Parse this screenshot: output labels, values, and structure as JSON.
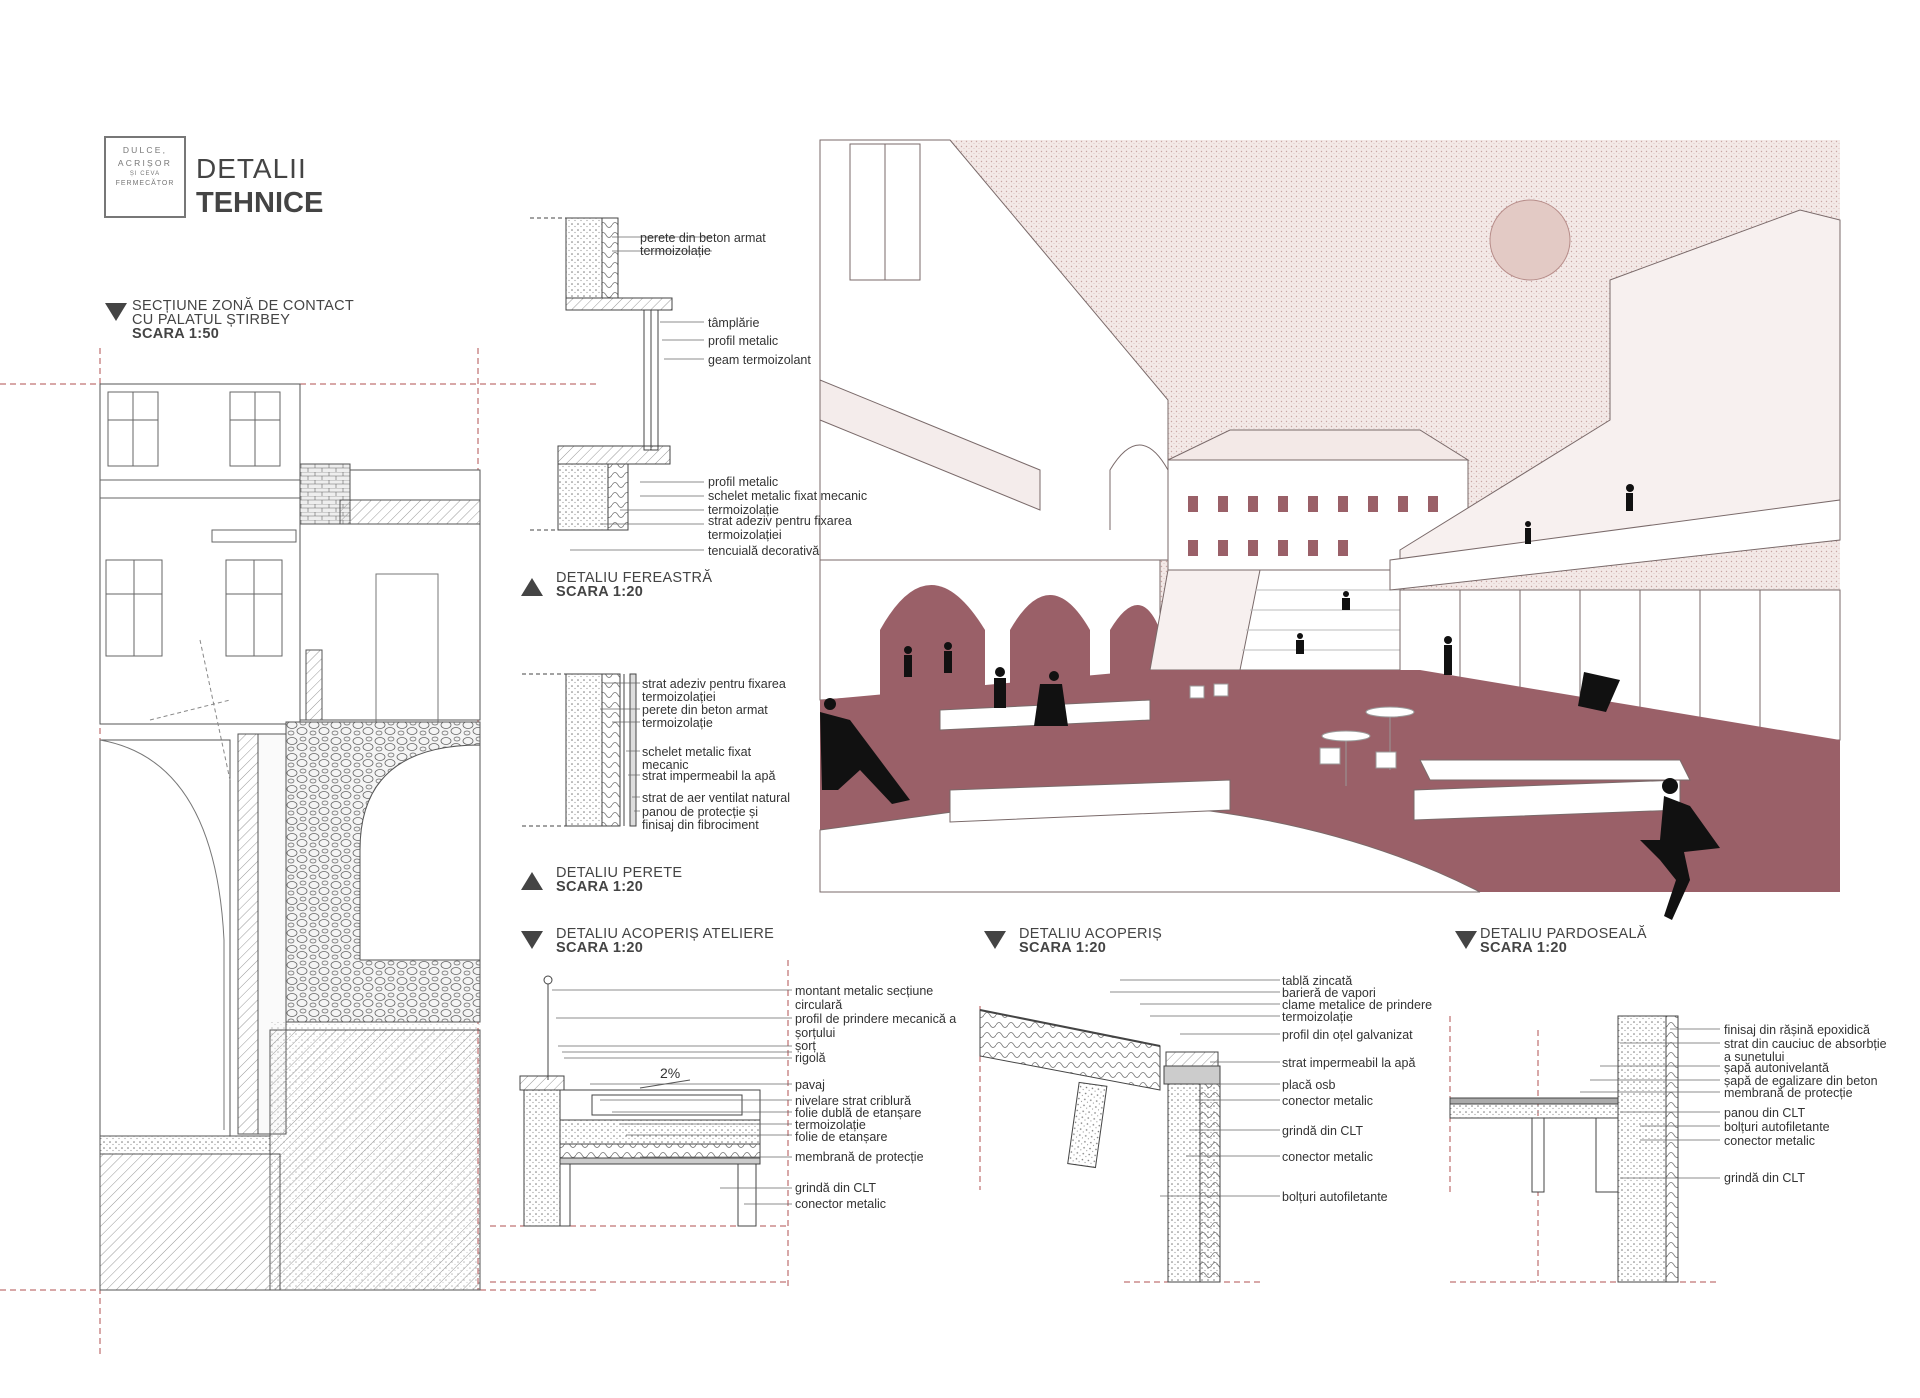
{
  "logo": {
    "line1": "DULCE,",
    "line2": "ACRIȘOR",
    "line3": "ȘI CEVA",
    "line4": "FERMECĂTOR"
  },
  "title": {
    "line1": "DETALII",
    "line2": "TEHNICE"
  },
  "sections": {
    "contact": {
      "title": "SECȚIUNE ZONĂ DE CONTACT",
      "title2": "CU PALATUL ȘTIRBEY",
      "scale": "SCARA 1:50"
    },
    "fereastra": {
      "title": "DETALIU FEREASTRĂ",
      "scale": "SCARA 1:20"
    },
    "perete": {
      "title": "DETALIU PERETE",
      "scale": "SCARA 1:20"
    },
    "acoperis_ateliere": {
      "title": "DETALIU ACOPERIȘ ATELIERE",
      "scale": "SCARA 1:20"
    },
    "acoperis": {
      "title": "DETALIU ACOPERIȘ",
      "scale": "SCARA 1:20"
    },
    "pardoseala": {
      "title": "DETALIU PARDOSEALĂ",
      "scale": "SCARA 1:20"
    }
  },
  "labels": {
    "fereastra": [
      "perete din beton armat",
      "termoizolație",
      "tâmplărie",
      "profil metalic",
      "geam termoizolant",
      "profil metalic",
      "schelet metalic fixat mecanic",
      "termoizolație",
      "strat adeziv pentru fixarea",
      "termoizolației",
      "tencuială decorativă"
    ],
    "perete": [
      "strat adeziv pentru fixarea",
      "termoizolației",
      "perete din beton armat",
      "termoizolație",
      "schelet metalic fixat",
      "mecanic",
      "strat impermeabil la apă",
      "strat de aer ventilat natural",
      "panou de protecție și",
      "finisaj din fibrociment"
    ],
    "acoperis_ateliere": [
      "montant metalic secțiune",
      "circulară",
      "profil de prindere mecanică a",
      "șorțului",
      "șorț",
      "rigolă",
      "pavaj",
      "nivelare strat criblură",
      "folie dublă de etanșare",
      "termoizolație",
      "folie de etanșare",
      "membrană de protecție",
      "grindă din CLT",
      "conector metalic"
    ],
    "slope": "2%",
    "acoperis": [
      "tablă zincată",
      "barieră de vapori",
      "clame metalice de prindere",
      "termoizolație",
      "profil din oțel galvanizat",
      "strat impermeabil la apă",
      "placă osb",
      "conector metalic",
      "grindă din CLT",
      "conector metalic",
      "bolțuri autofiletante"
    ],
    "pardoseala": [
      "finisaj din rășină epoxidică",
      "strat din cauciuc de absorbție",
      "a sunetului",
      "șapă autonivelantă",
      "șapă de egalizare din beton",
      "membrană de protecție",
      "panou din CLT",
      "bolțuri autofiletante",
      "conector metalic",
      "grindă din CLT"
    ]
  },
  "colors": {
    "accent": "#9a6068",
    "sky": "#ecdcd8",
    "ink": "#333333",
    "redline": "#b05050"
  }
}
